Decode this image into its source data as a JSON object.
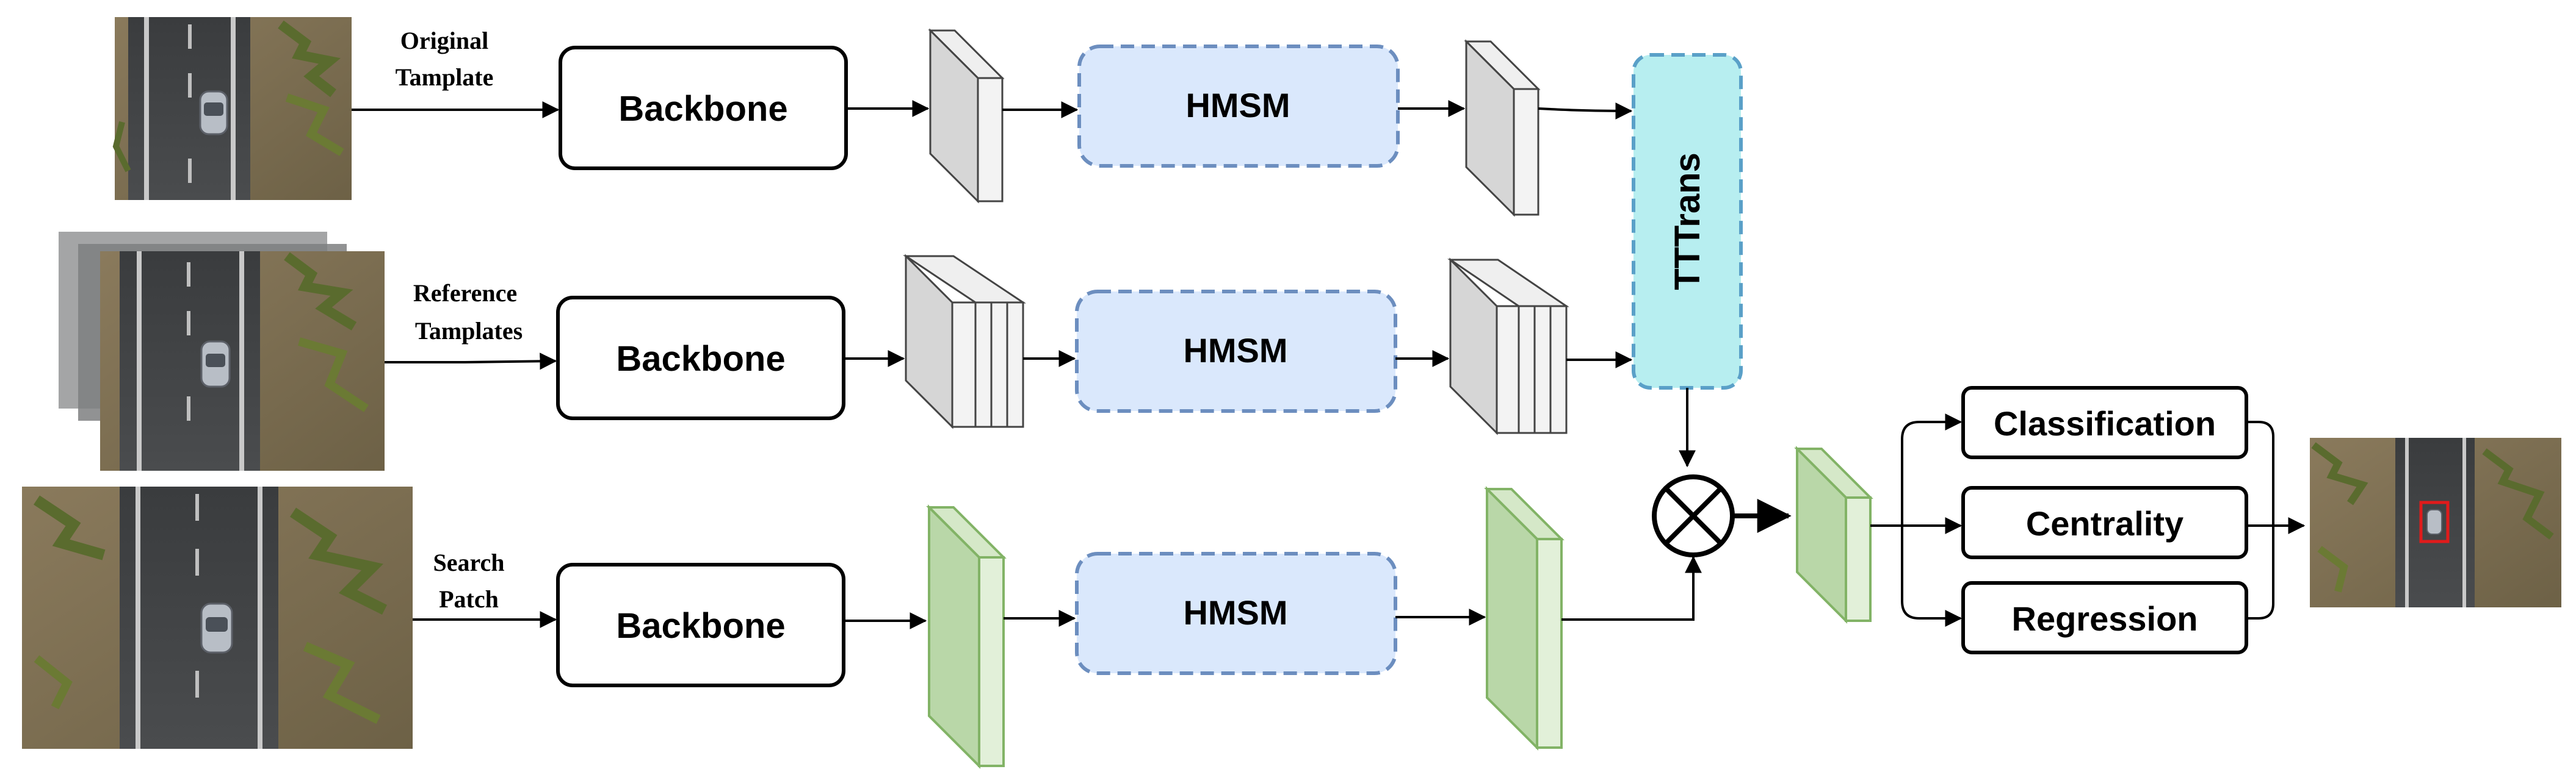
{
  "inputs": {
    "original": {
      "label_line1": "Original",
      "label_line2": "Tamplate"
    },
    "reference": {
      "label_line1": "Reference",
      "label_line2": "Tamplates"
    },
    "search": {
      "label_line1": "Search",
      "label_line2": "Patch"
    }
  },
  "modules": {
    "backbone_1": "Backbone",
    "backbone_2": "Backbone",
    "backbone_3": "Backbone",
    "hmsm_1": "HMSM",
    "hmsm_2": "HMSM",
    "hmsm_3": "HMSM",
    "tttrans": "TTTrans"
  },
  "heads": {
    "classification": "Classification",
    "centrality": "Centrality",
    "regression": "Regression"
  },
  "colors": {
    "hmsm_fill": "#dae8fc",
    "hmsm_stroke": "#6c8ebf",
    "tttrans_fill": "#b7eef0",
    "tttrans_stroke": "#5aa0c8",
    "gray_feature": "#d9d9d9",
    "green_feature": "#b9d7a8",
    "green_stroke": "#82b366",
    "prediction_box": "#e01b1b"
  }
}
